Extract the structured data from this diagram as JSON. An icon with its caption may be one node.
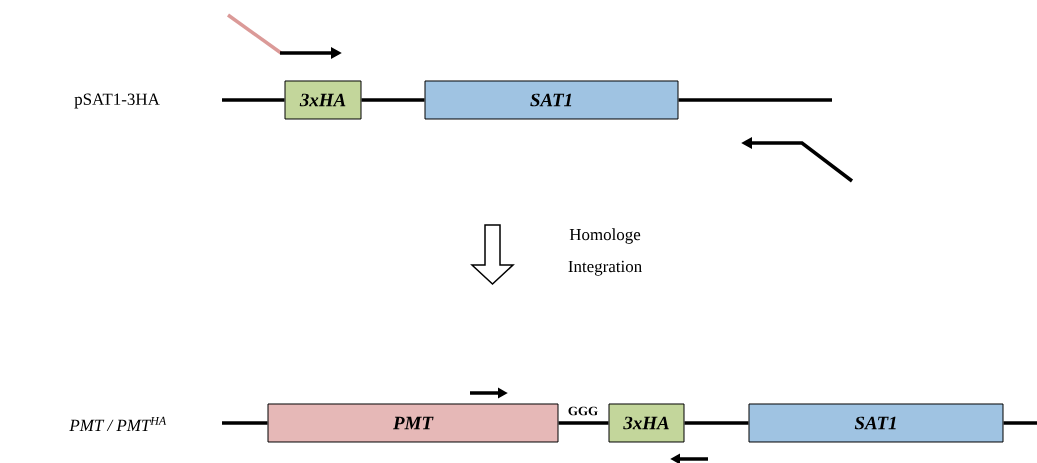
{
  "diagram": {
    "nodes": [
      {
        "text": [
          "3xHA"
        ]
      },
      {
        "text": [
          "SAT1"
        ]
      },
      {
        "text": [
          "PMT"
        ]
      },
      {
        "text": [
          "3xHA"
        ]
      },
      {
        "text": [
          "SAT1"
        ]
      }
    ],
    "edges": [
      {
        "from": null,
        "to": 0,
        "arrow": "none"
      },
      {
        "from": 0,
        "to": 1,
        "arrow": "none"
      },
      {
        "from": 1,
        "to": null,
        "arrow": "none"
      },
      {
        "from": null,
        "to": 2,
        "arrow": "none"
      },
      {
        "from": 2,
        "to": 3,
        "arrow": "none"
      },
      {
        "from": 3,
        "to": 4,
        "arrow": "none"
      },
      {
        "from": 4,
        "to": null,
        "arrow": "none"
      }
    ],
    "labels": [
      "pSAT1-3HA",
      "Homologe Integration",
      "PMT / PMT$^{HA}$",
      "GGG"
    ]
  }
}
